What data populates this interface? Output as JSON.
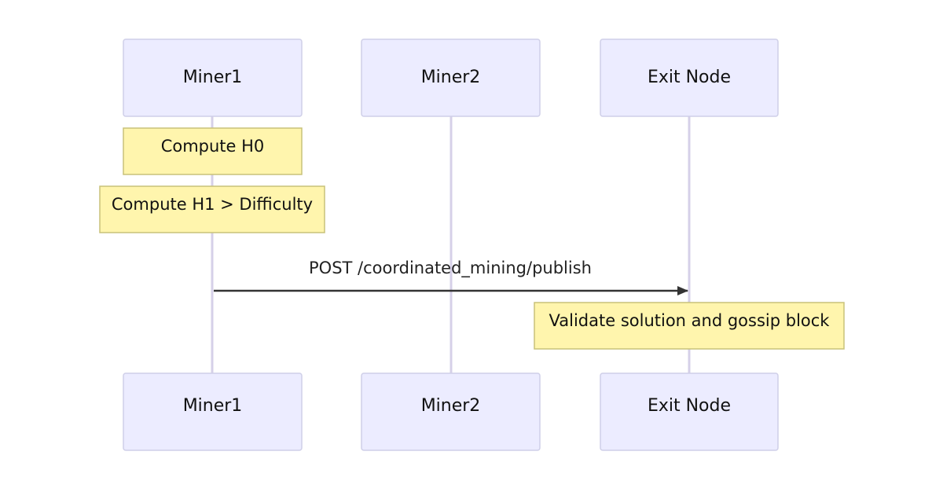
{
  "actors": [
    {
      "id": "miner1",
      "label": "Miner1"
    },
    {
      "id": "miner2",
      "label": "Miner2"
    },
    {
      "id": "exit",
      "label": "Exit Node"
    }
  ],
  "notes": [
    {
      "id": "compute-h0",
      "text": "Compute H0"
    },
    {
      "id": "compute-h1",
      "text": "Compute H1 > Difficulty"
    },
    {
      "id": "validate",
      "text": "Validate solution and gossip block"
    }
  ],
  "messages": [
    {
      "from": "miner1",
      "to": "exit",
      "text": "POST /coordinated_mining/publish"
    }
  ],
  "colors": {
    "actor_fill": "#ececff",
    "actor_stroke": "#cfcfe8",
    "note_fill": "#fff5ad",
    "note_stroke": "#c8c27a",
    "lifeline": "#d6d0e8",
    "arrow": "#333333"
  }
}
